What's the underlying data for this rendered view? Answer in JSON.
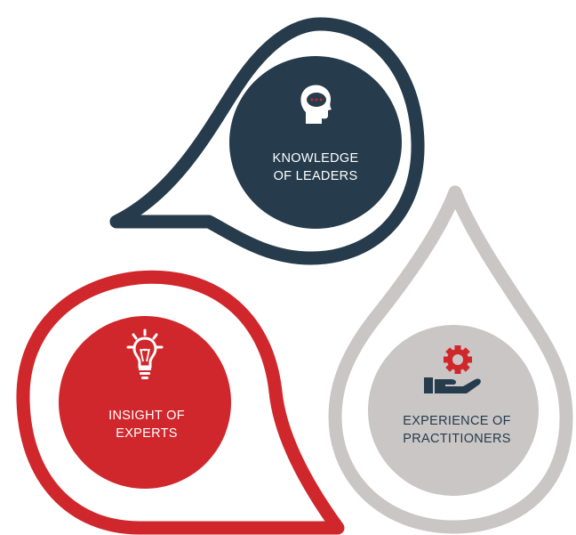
{
  "colors": {
    "navy": "#263b4c",
    "red": "#d0272c",
    "gray": "#c9c6c5",
    "white": "#ffffff"
  },
  "segments": [
    {
      "id": "leaders",
      "label_lines": [
        "KNOWLEDGE",
        "OF LEADERS"
      ],
      "icon": "head-speech-icon",
      "color": "#263b4c"
    },
    {
      "id": "experts",
      "label_lines": [
        "INSIGHT OF",
        "EXPERTS"
      ],
      "icon": "lightbulb-icon",
      "color": "#d0272c"
    },
    {
      "id": "practitioners",
      "label_lines": [
        "EXPERIENCE OF",
        "PRACTITIONERS"
      ],
      "icon": "hand-gear-icon",
      "color": "#c9c6c5"
    }
  ]
}
